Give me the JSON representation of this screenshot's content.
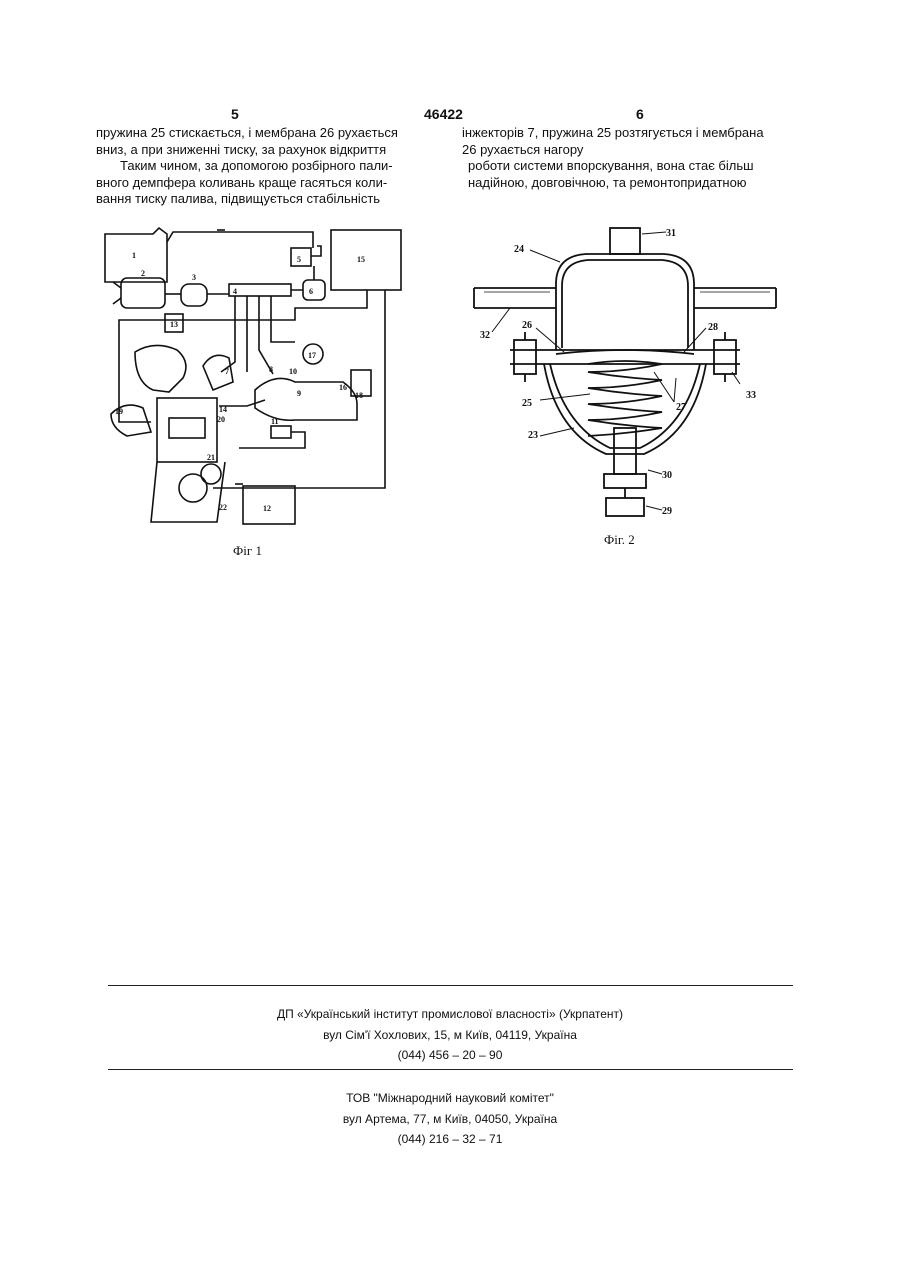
{
  "header": {
    "page_left": "5",
    "patent_number": "46422",
    "page_right": "6"
  },
  "left_column": {
    "lines": [
      "пружина 25 стискається, і мембрана 26 рухається",
      "вниз, а при зниженні тиску, за рахунок відкриття",
      "Таким чином, за допомогою розбірного пали-",
      "вного демпфера коливань краще гасяться коли-",
      "вання тиску палива, підвищується стабільність"
    ]
  },
  "right_column": {
    "lines": [
      "інжекторів 7, пружина 25 розтягується і мембрана",
      "26 рухається нагору",
      "роботи системи впорскування, вона стає більш",
      "надійною, довговічною, та ремонтопридатною"
    ]
  },
  "figure1": {
    "caption": "Фіг 1",
    "labels": [
      "1",
      "2",
      "3",
      "4",
      "5",
      "6",
      "7",
      "8",
      "9",
      "10",
      "11",
      "12",
      "13",
      "14",
      "15",
      "16",
      "17",
      "18",
      "19",
      "20",
      "21",
      "22"
    ]
  },
  "figure2": {
    "caption": "Фіг. 2",
    "labels": [
      "23",
      "24",
      "25",
      "26",
      "27",
      "28",
      "29",
      "30",
      "31",
      "32",
      "33"
    ]
  },
  "footer": {
    "org1": {
      "name": "ДП «Український інститут промислової власності» (Укрпатент)",
      "address": "вул  Сім'ї Хохлових, 15, м  Київ, 04119, Україна",
      "phone": "(044) 456 – 20 –  90"
    },
    "org2": {
      "name": "ТОВ \"Міжнародний науковий комітет\"",
      "address": "вул  Артема, 77, м  Київ, 04050, Україна",
      "phone": "(044) 216 – 32 – 71"
    }
  }
}
